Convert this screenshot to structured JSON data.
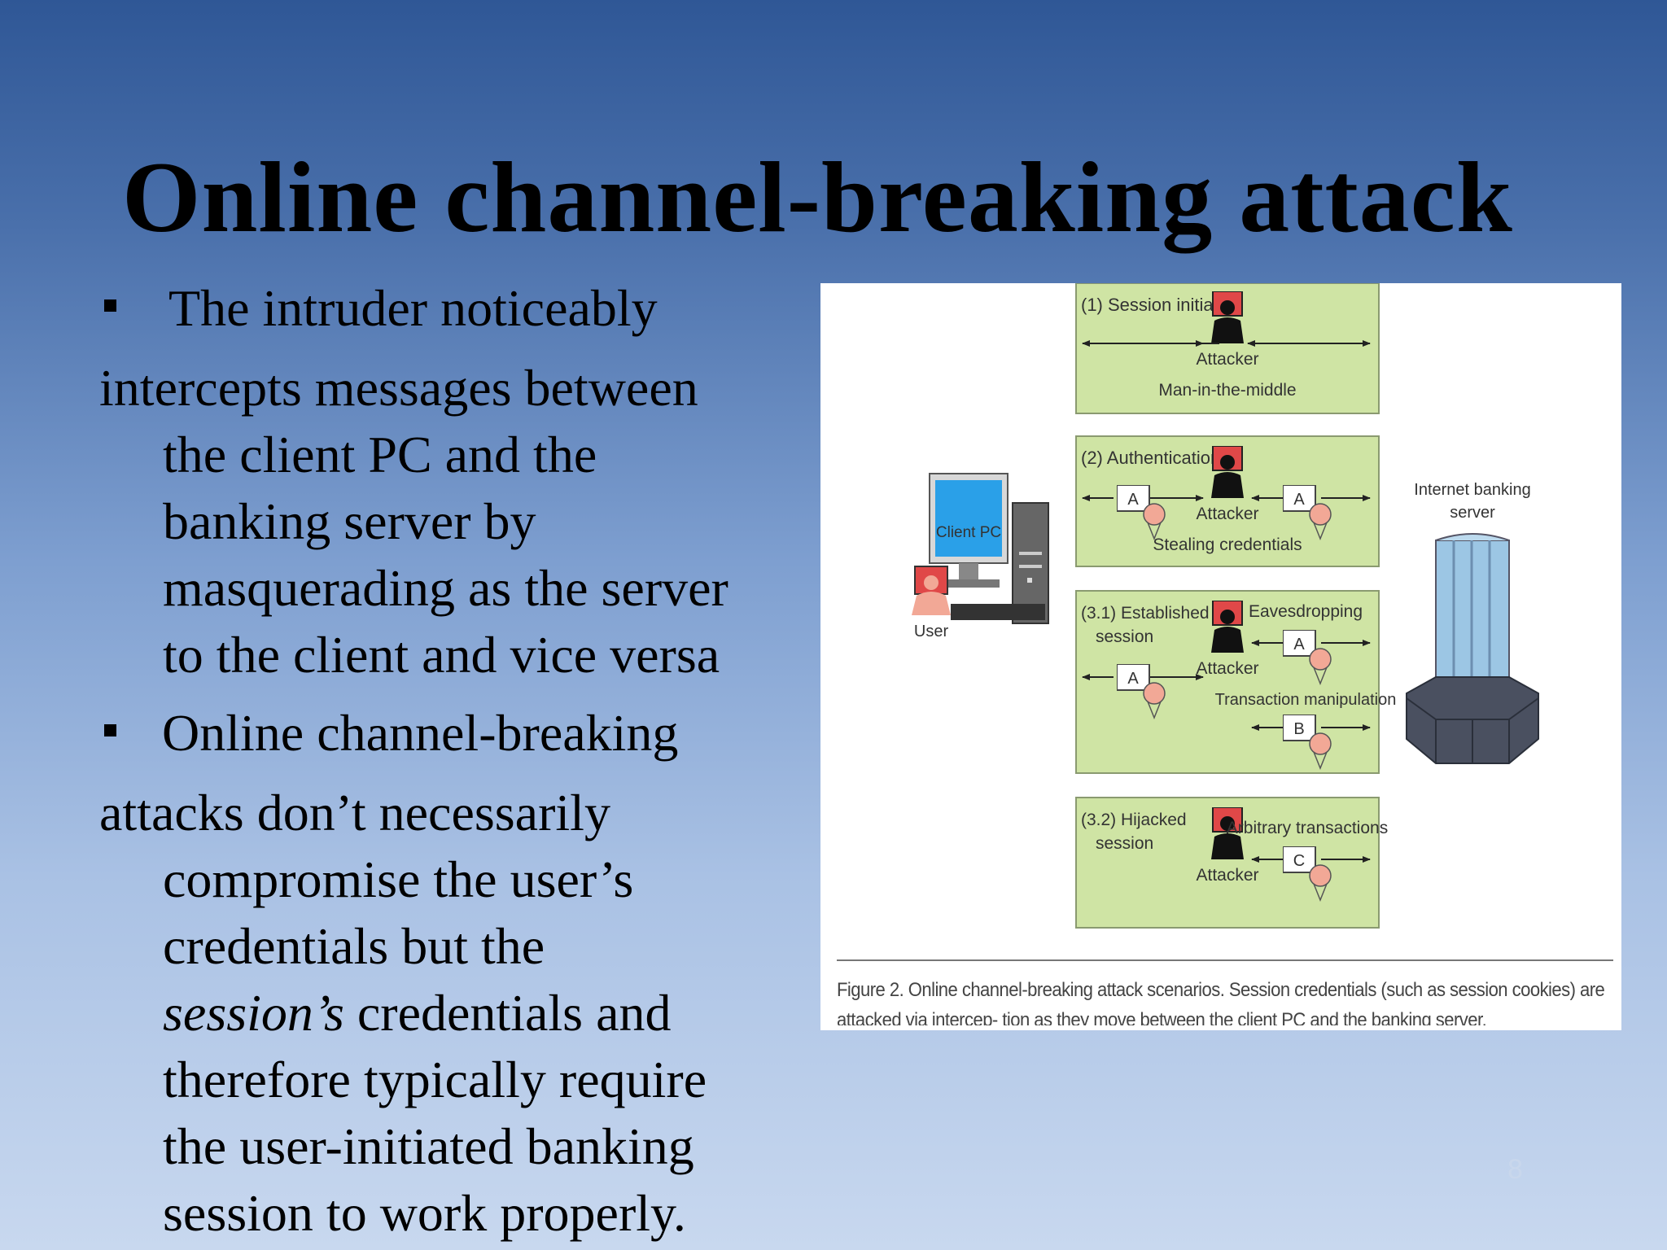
{
  "slide": {
    "title": "Online channel-breaking attack",
    "bullets": [
      {
        "lead": "The intruder noticeably",
        "lines": [
          "intercepts messages between",
          "the client PC and the",
          "banking server by",
          "masquerading as the server",
          "to the client and vice versa"
        ]
      },
      {
        "lead": "Online channel-breaking",
        "lines": [
          "attacks don’t necessarily",
          "compromise the user’s",
          "credentials but the"
        ],
        "italic_part": "session’s",
        "after_italic": " credentials and",
        "tail_lines": [
          "therefore typically require",
          "the user-initiated banking",
          "session to work properly."
        ]
      }
    ],
    "page_number": "8"
  },
  "figure": {
    "client_pc_label": "Client PC",
    "user_label": "User",
    "server_label_line1": "Internet banking",
    "server_label_line2": "server",
    "panels": [
      {
        "title": "(1) Session initiation",
        "attacker": "Attacker",
        "caption": "Man-in-the-middle"
      },
      {
        "title": "(2) Authentication",
        "attacker": "Attacker",
        "caption": "Stealing credentials",
        "key_left": "A",
        "key_right": "A"
      },
      {
        "title_line1": "(3.1) Established",
        "title_line2": "session",
        "attacker": "Attacker",
        "label_top": "Eavesdropping",
        "key_top": "A",
        "key_left": "A",
        "label_mid": "Transaction manipulation",
        "key_bottom": "B"
      },
      {
        "title_line1": "(3.2) Hijacked",
        "title_line2": "session",
        "attacker": "Attacker",
        "label_top": "Arbitrary transactions",
        "key_right": "C"
      }
    ],
    "caption": "Figure 2. Online channel-breaking attack scenarios. Session credentials (such as session cookies) are attacked via intercep- tion as they move between the client PC and the banking server.",
    "colors": {
      "panel_fill": "#cfe4a4",
      "panel_border": "#8a9a70",
      "attacker_red": "#e04040",
      "server_blue": "#9cc6e4"
    }
  }
}
